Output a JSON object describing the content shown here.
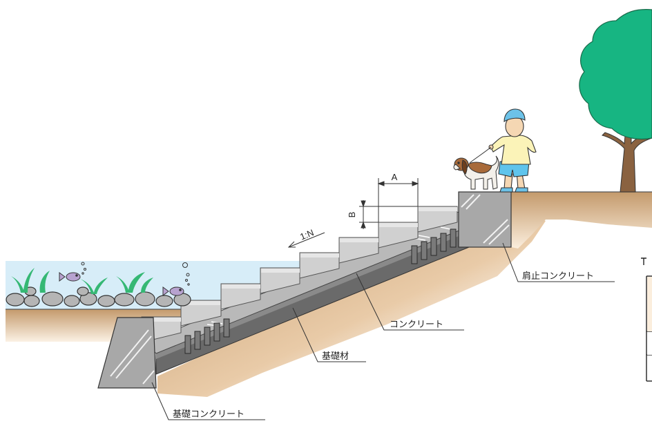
{
  "labels": {
    "shoulder_concrete": "肩止コンクリート",
    "concrete": "コンクリート",
    "foundation_material": "基礎材",
    "foundation_concrete": "基礎コンクリート"
  },
  "dimensions": {
    "slope": "1:N",
    "tread": "A",
    "riser": "B"
  },
  "colors": {
    "water": "#d7edf8",
    "soil": "#c49a6c",
    "soil_light": "#f1dcc0",
    "step": "#d0d0d0",
    "concrete_dark": "#6a6a6a",
    "tree": "#17b582",
    "trunk": "#8a6240",
    "aquatic_plant": "#35b874",
    "fish": "#b7a2cf",
    "person_shirt": "#fbf3b8",
    "person_shorts": "#5fc4ec",
    "person_cap": "#6cc2e8",
    "dog": "#a86a3a"
  }
}
